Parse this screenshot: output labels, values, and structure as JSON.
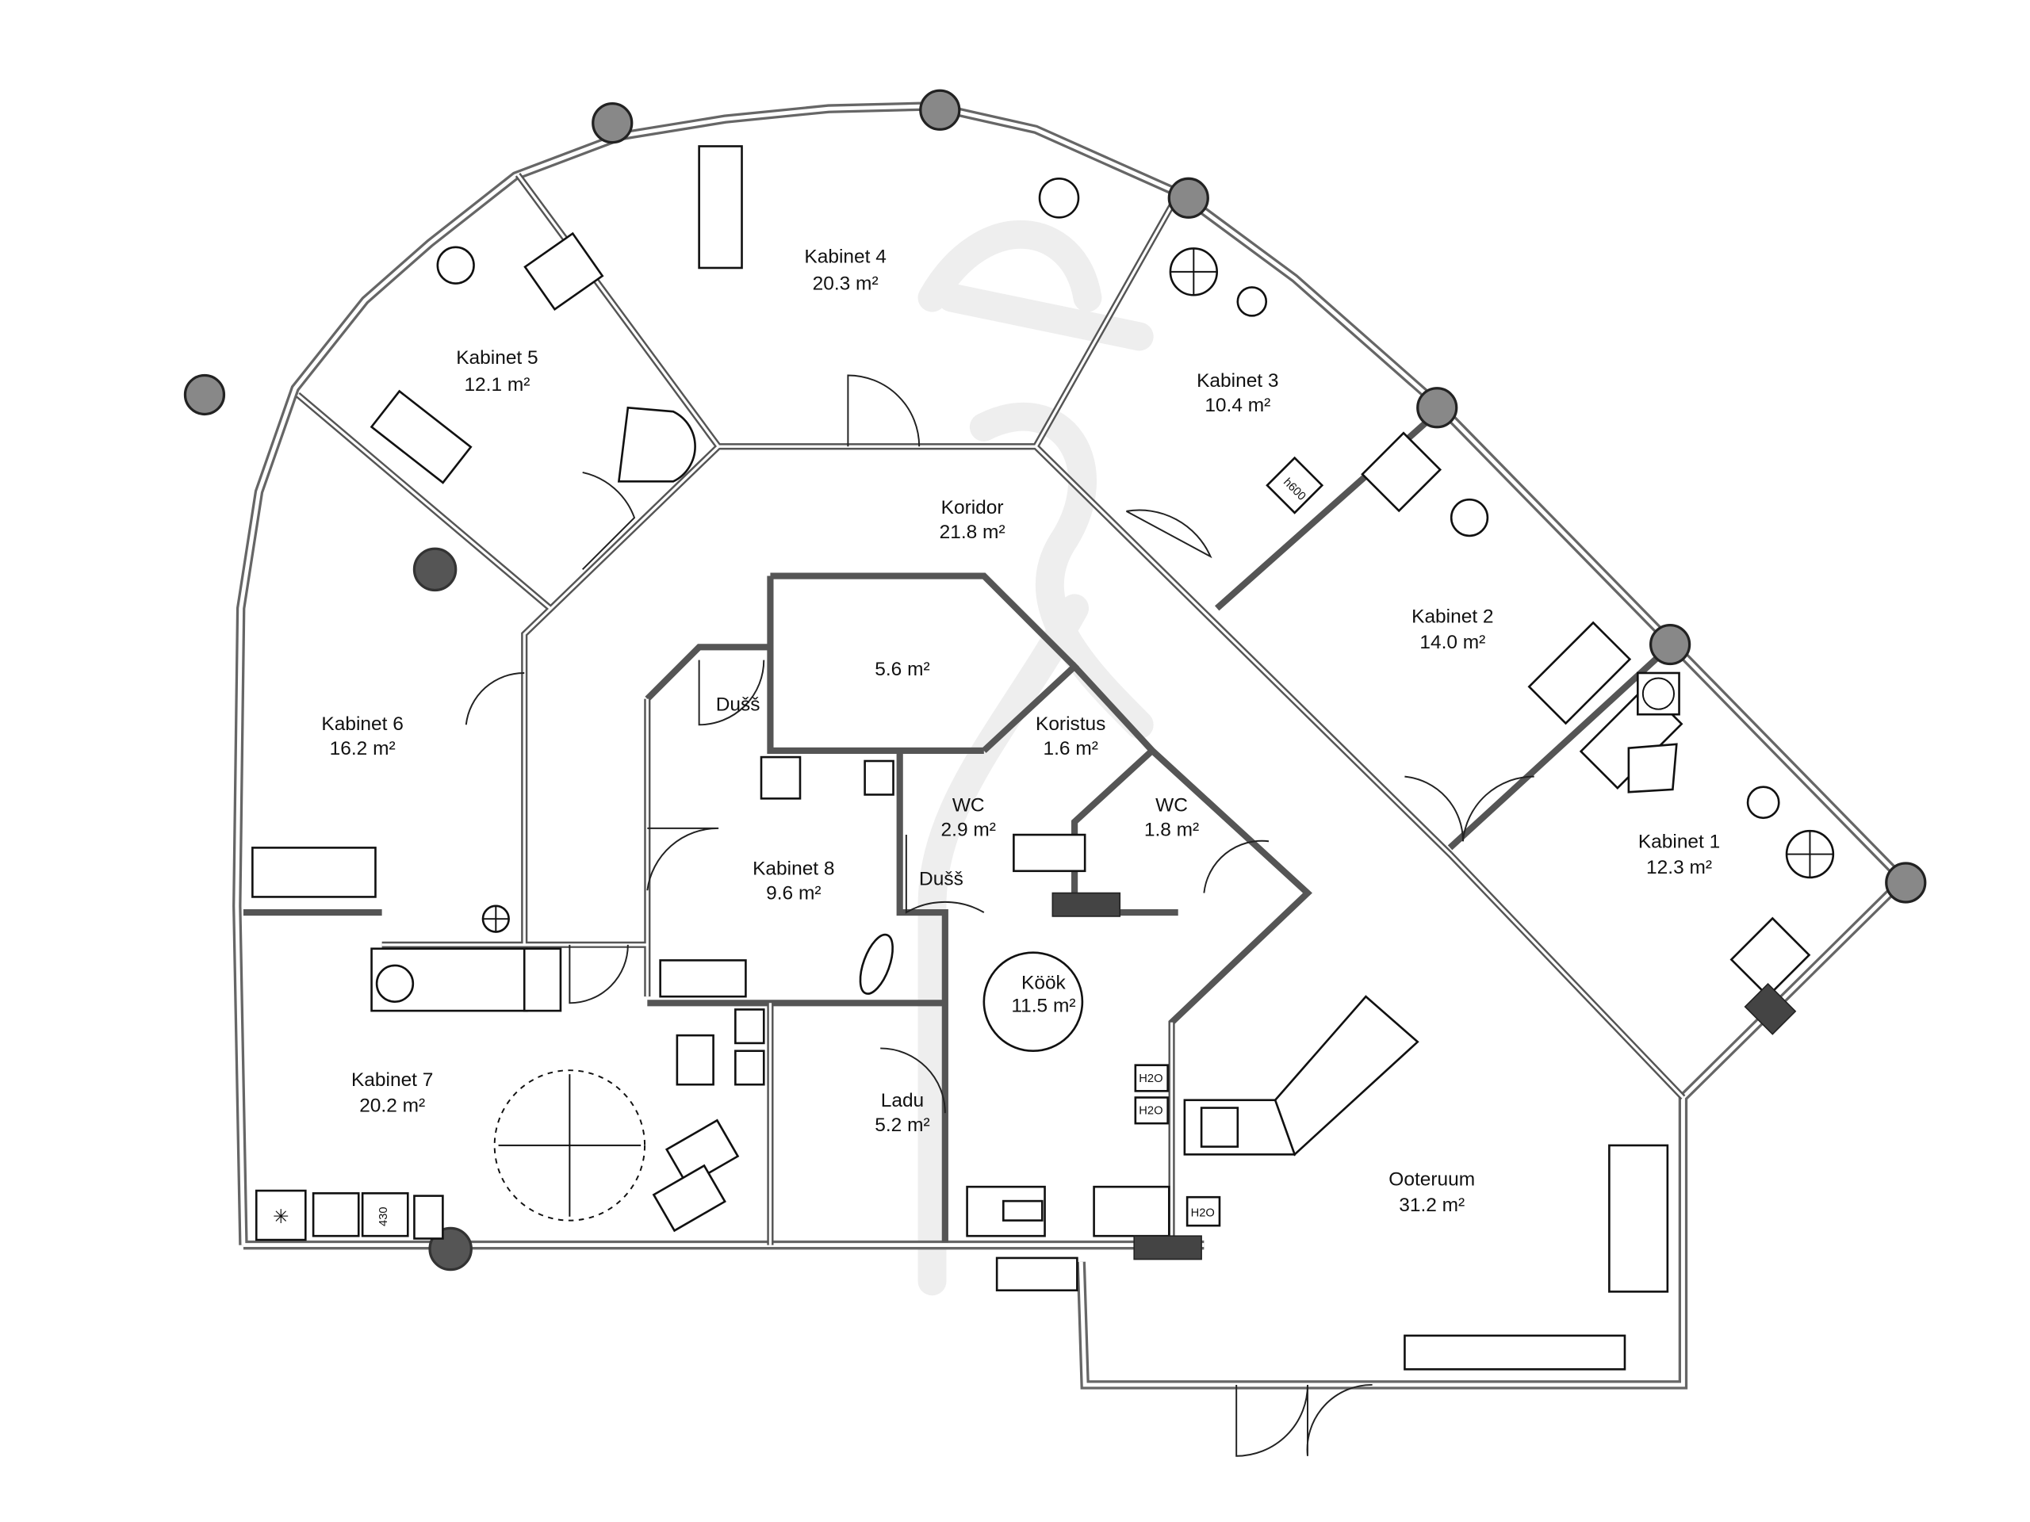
{
  "rooms": [
    {
      "name": "Kabinet 4",
      "area": "20.3 m²"
    },
    {
      "name": "Kabinet 5",
      "area": "12.1 m²"
    },
    {
      "name": "Kabinet 3",
      "area": "10.4 m²"
    },
    {
      "name": "Koridor",
      "area": "21.8 m²"
    },
    {
      "name": "Kabinet 2",
      "area": "14.0 m²"
    },
    {
      "name": "",
      "area": "5.6 m²"
    },
    {
      "name": "Koristus",
      "area": "1.6 m²"
    },
    {
      "name": "Kabinet 6",
      "area": "16.2 m²"
    },
    {
      "name": "WC",
      "area": "2.9 m²"
    },
    {
      "name": "WC",
      "area": "1.8 m²"
    },
    {
      "name": "Kabinet 8",
      "area": "9.6 m²"
    },
    {
      "name": "Kabinet 1",
      "area": "12.3 m²"
    },
    {
      "name": "Köök",
      "area": "11.5 m²"
    },
    {
      "name": "Kabinet 7",
      "area": "20.2 m²"
    },
    {
      "name": "Ladu",
      "area": "5.2 m²"
    },
    {
      "name": "Ooteruum",
      "area": "31.2 m²"
    }
  ],
  "labels": {
    "shower_1": "Dušš",
    "shower_2": "Dušš",
    "water_1": "H2O",
    "water_2": "H2O",
    "water_3": "H2O",
    "cabinet_h": "h600",
    "cabinet_w": "430"
  }
}
